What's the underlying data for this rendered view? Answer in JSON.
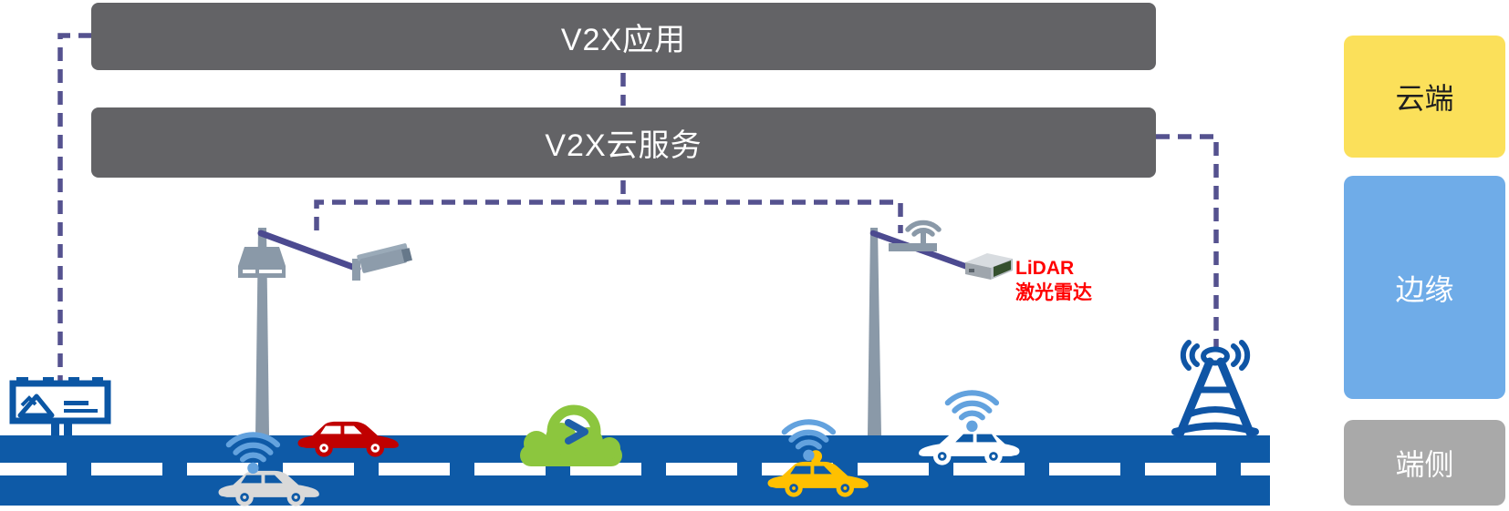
{
  "layers": {
    "app": "V2X应用",
    "cloud": "V2X云服务"
  },
  "legend": [
    {
      "id": "cloud",
      "label": "云端",
      "bg": "#FBE05A",
      "text_color": "#1F1F1F"
    },
    {
      "id": "edge",
      "label": "边缘",
      "bg": "#6FACE8",
      "text_color": "#FFFFFF"
    },
    {
      "id": "device",
      "label": "端侧",
      "bg": "#A9A9A9",
      "text_color": "#FFFFFF"
    }
  ],
  "sensor_label": {
    "en": "LiDAR",
    "zh": "激光雷达",
    "color": "#FF0000"
  },
  "colors": {
    "layer_bar": "#636366",
    "layer_bar_text": "#FFFFFF",
    "connector_dash": "#55528F",
    "mount_arm": "#4C4A90",
    "road": "#0E5AA7",
    "lane_marking": "#FFFFFF",
    "pole_gray": "#8A99A8",
    "billboard_blue": "#0B56A4",
    "cell_tower_blue": "#0F55A5",
    "wifi_blue": "#63A2DE",
    "car_red": "#C00000",
    "car_gray": "#D9D9D9",
    "car_white": "#FFFFFF",
    "taxi_yellow": "#FFC000",
    "cloud_car_green": "#8CC63E",
    "cloud_car_arrow_blue": "#1F5FA8"
  },
  "icons": [
    "billboard-icon",
    "roadside-camera-icon",
    "rsu-box-icon",
    "antenna-icon",
    "lidar-sensor-icon",
    "cell-tower-icon",
    "wifi-icon",
    "car-icon",
    "taxi-icon",
    "connected-cloud-car-icon"
  ]
}
